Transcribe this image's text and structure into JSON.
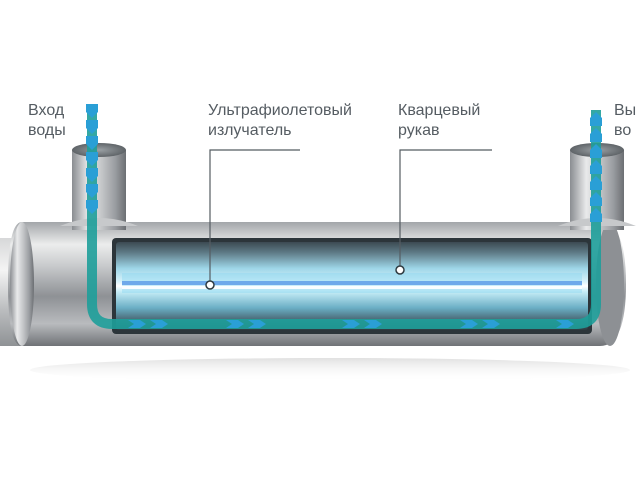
{
  "labels": {
    "inlet": {
      "line1": "Вход",
      "line2": "воды"
    },
    "uv_lamp": {
      "line1": "Ультрафиолетовый",
      "line2": "излучатель"
    },
    "quartz_sleeve": {
      "line1": "Кварцевый",
      "line2": "рукав"
    },
    "outlet": {
      "line1": "Вы",
      "line2": "во"
    }
  },
  "colors": {
    "flow_arrow": "#2a9fd6",
    "flow_channel": "#1e9e9a",
    "uv_glow": "#8fd8f0",
    "uv_core": "#3b6fe0",
    "steel_light": "#e8e9ea",
    "steel_dark": "#7d8084",
    "leader_line": "#555c62"
  },
  "icons": {
    "inlet_arrow": "arrow-down-icon",
    "outlet_arrow": "arrow-up-icon",
    "flow_arrow": "chevron-right-icon"
  }
}
